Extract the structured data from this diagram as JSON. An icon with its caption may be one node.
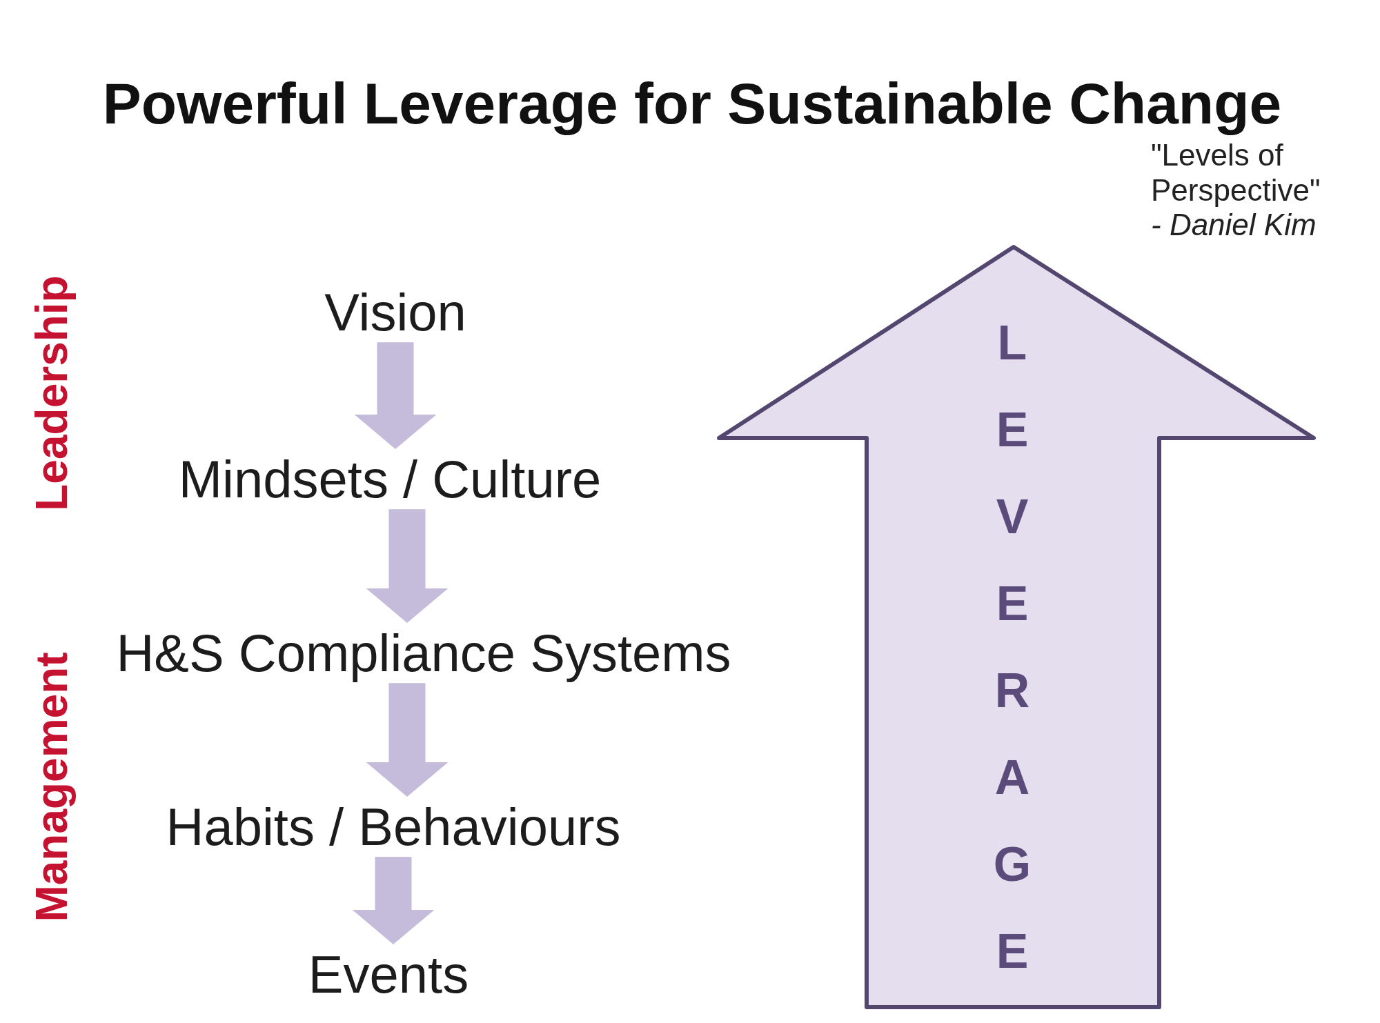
{
  "diagram": {
    "title": "Powerful Leverage for Sustainable Change",
    "nodes": [
      {
        "text": [
          "Vision"
        ]
      },
      {
        "text": [
          "Mindsets / Culture"
        ]
      },
      {
        "text": [
          "H&S Compliance Systems"
        ]
      },
      {
        "text": [
          "Habits / Behaviours"
        ]
      },
      {
        "text": [
          "Events"
        ]
      },
      {
        "text": [
          "LEVERAGE"
        ]
      }
    ],
    "edges": [
      {
        "from": 0,
        "to": 1,
        "arrow": "to"
      },
      {
        "from": 1,
        "to": 2,
        "arrow": "to"
      },
      {
        "from": 2,
        "to": 3,
        "arrow": "to"
      },
      {
        "from": 3,
        "to": 4,
        "arrow": "to"
      }
    ],
    "labels": [
      "\"Levels of Perspective\"",
      "- Daniel Kim",
      "Leadership",
      "Management"
    ]
  }
}
